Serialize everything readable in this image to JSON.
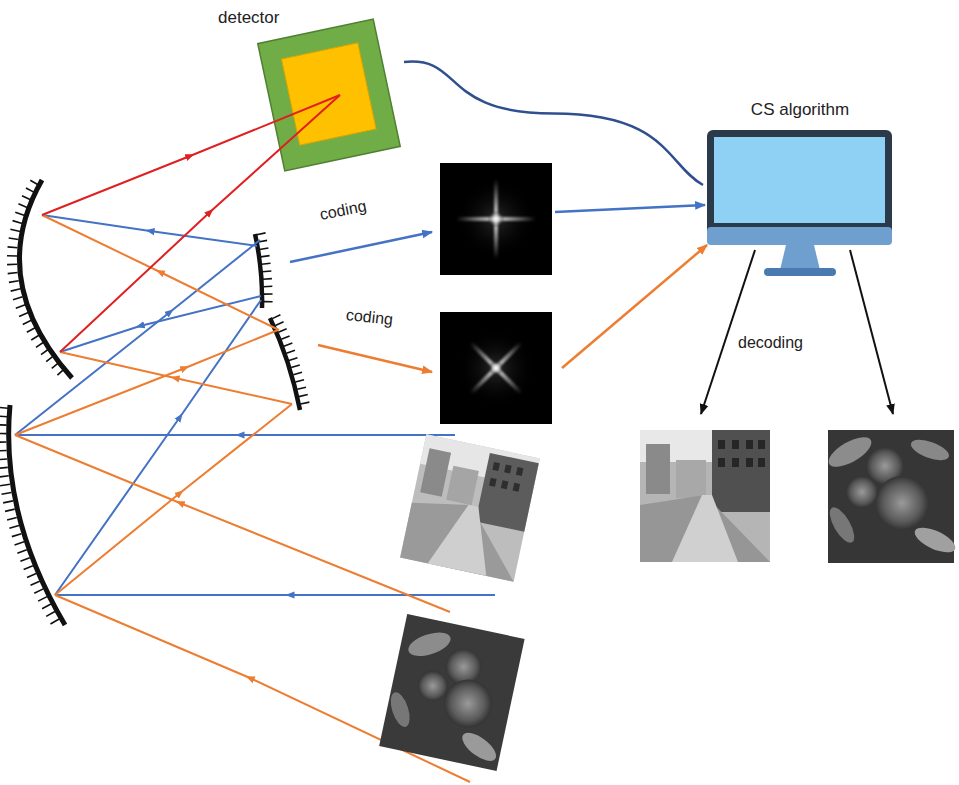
{
  "diagram": {
    "nodes": [
      {
        "text": [
          "detector"
        ]
      },
      {
        "text": [
          "CS algorithm"
        ]
      }
    ],
    "edges": [
      {
        "from": 0,
        "to": 1,
        "arrow": "none"
      }
    ],
    "labels": [
      "coding",
      "coding",
      "decoding"
    ]
  }
}
